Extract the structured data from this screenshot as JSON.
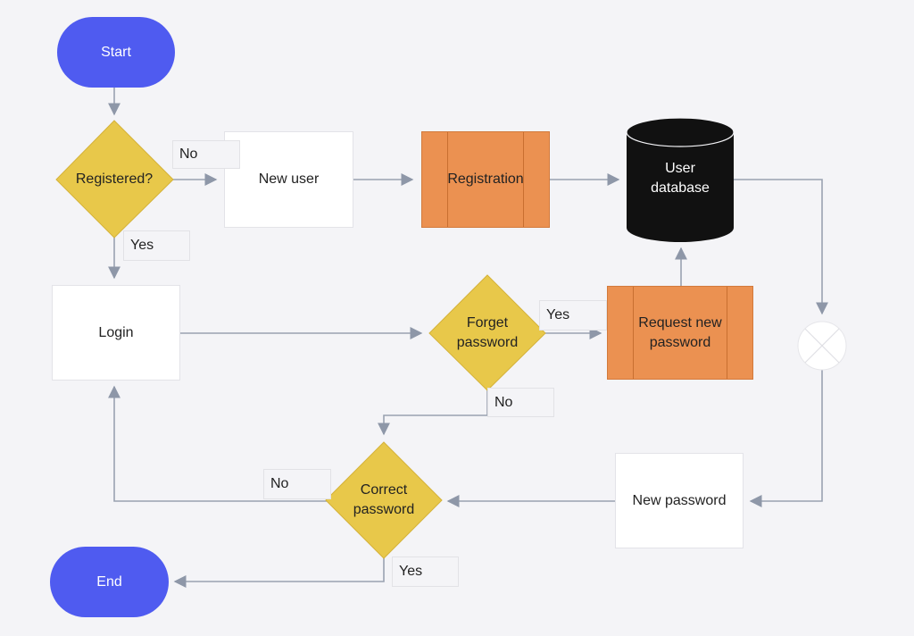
{
  "nodes": {
    "start": "Start",
    "registered": "Registered?",
    "new_user": "New user",
    "registration": "Registration",
    "user_database": "User\ndatabase",
    "login": "Login",
    "forget_password": "Forget\npassword",
    "request_new_password": "Request new\npassword",
    "correct_password": "Correct\npassword",
    "new_password": "New password",
    "end": "End"
  },
  "edge_labels": {
    "registered_no": "No",
    "registered_yes": "Yes",
    "forget_yes": "Yes",
    "forget_no": "No",
    "correct_no": "No",
    "correct_yes": "Yes"
  },
  "colors": {
    "terminal": "#4f5bf0",
    "decision": "#e8c84a",
    "predefined_process": "#eb9151",
    "database": "#111111",
    "connector": "#8e97a8",
    "background": "#f4f4f7"
  }
}
